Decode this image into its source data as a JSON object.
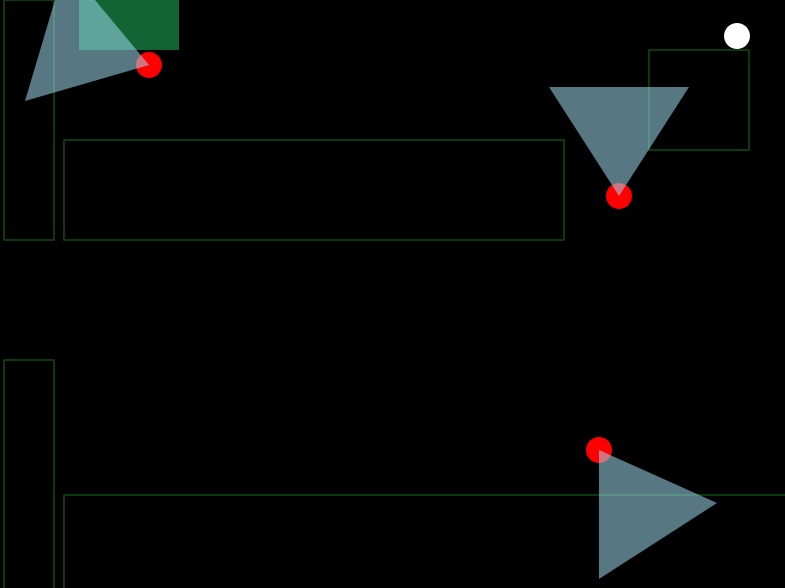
{
  "colors": {
    "background": "#000000",
    "wall_stroke": "#0d4d0d",
    "goal_fill": "#126433",
    "vision_cone": "#9ed8ef",
    "vision_opacity": 0.55,
    "guard": "#ff0000",
    "player": "#ffffff"
  },
  "walls": [
    {
      "id": "wall-left-top"
    },
    {
      "id": "wall-middle-top"
    },
    {
      "id": "wall-right-top"
    },
    {
      "id": "wall-left-bottom"
    },
    {
      "id": "wall-bottom"
    }
  ],
  "goal": {
    "id": "goal-zone"
  },
  "guards": [
    {
      "id": "guard-1",
      "facing": "up-left"
    },
    {
      "id": "guard-2",
      "facing": "up"
    },
    {
      "id": "guard-3",
      "facing": "right"
    }
  ],
  "player": {
    "id": "player"
  }
}
